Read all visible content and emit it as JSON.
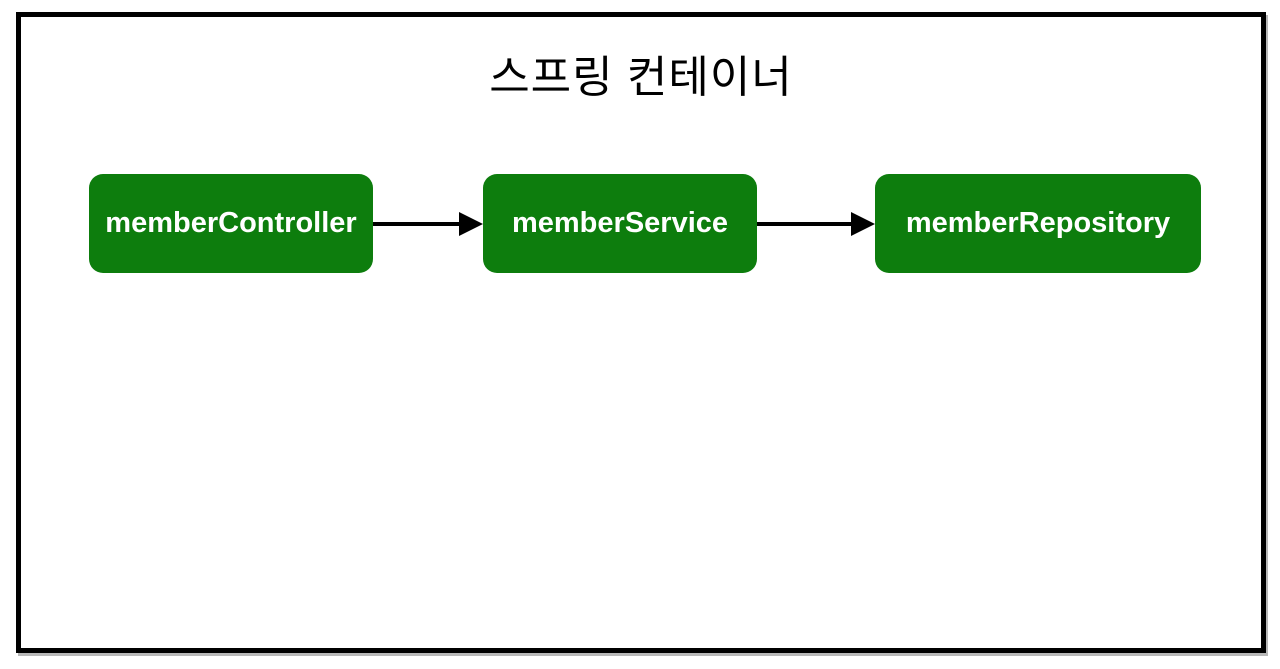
{
  "diagram": {
    "title": "스프링 컨테이너",
    "nodes": [
      {
        "id": "memberController",
        "label": "memberController"
      },
      {
        "id": "memberService",
        "label": "memberService"
      },
      {
        "id": "memberRepository",
        "label": "memberRepository"
      }
    ],
    "edges": [
      {
        "from": "memberController",
        "to": "memberService"
      },
      {
        "from": "memberService",
        "to": "memberRepository"
      }
    ],
    "colors": {
      "node_fill": "#0d7d0d",
      "node_text": "#ffffff",
      "frame_border": "#000000",
      "arrow": "#000000",
      "background": "#ffffff"
    }
  }
}
